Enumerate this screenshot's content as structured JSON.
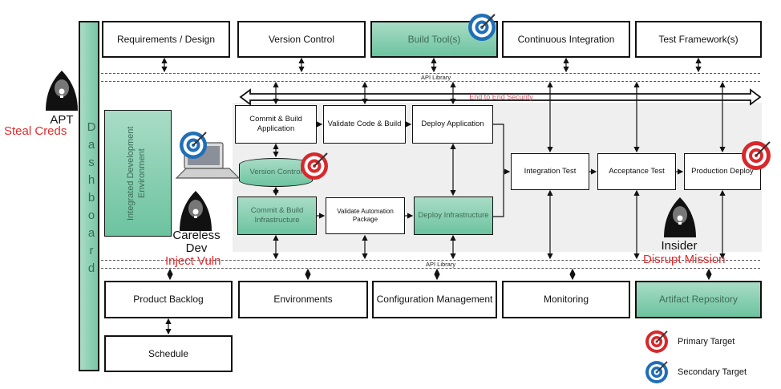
{
  "top_tools": [
    "Requirements / Design",
    "Version Control",
    "Build Tool(s)",
    "Continuous Integration",
    "Test Framework(s)"
  ],
  "api_library_top": "API Library",
  "api_library_bottom": "API Library",
  "security_banner": "End to End Security",
  "dashboard_letters": [
    "D",
    "a",
    "s",
    "h",
    "b",
    "o",
    "a",
    "r",
    "d"
  ],
  "ide_label": "Integrated Development Environment",
  "pipeline": {
    "commit_build_app": "Commit & Build Application",
    "validate_code": "Validate Code & Build",
    "deploy_app": "Deploy Application",
    "version_control": "Version Control",
    "commit_build_infra": "Commit & Build Infrastructure",
    "validate_automation": "Validate Automation Package",
    "deploy_infra": "Deploy Infrastructure",
    "integration_test": "Integration Test",
    "acceptance_test": "Acceptance Test",
    "production_deploy": "Production Deploy"
  },
  "bottom_tools": [
    "Product Backlog",
    "Environments",
    "Configuration Management",
    "Monitoring",
    "Artifact Repository"
  ],
  "schedule": "Schedule",
  "actors": {
    "apt_name": "APT",
    "apt_threat": "Steal Creds",
    "dev_name": "Careless Dev",
    "dev_threat": "Inject Vuln",
    "insider_name": "Insider",
    "insider_threat": "Disrupt Mission"
  },
  "legend": {
    "primary": "Primary Target",
    "secondary": "Secondary Target"
  },
  "colors": {
    "primary_target": "#d8282b",
    "secondary_target": "#1f6fb7",
    "threat_text": "#e32b2b",
    "green_box": "#7fcaa9"
  }
}
